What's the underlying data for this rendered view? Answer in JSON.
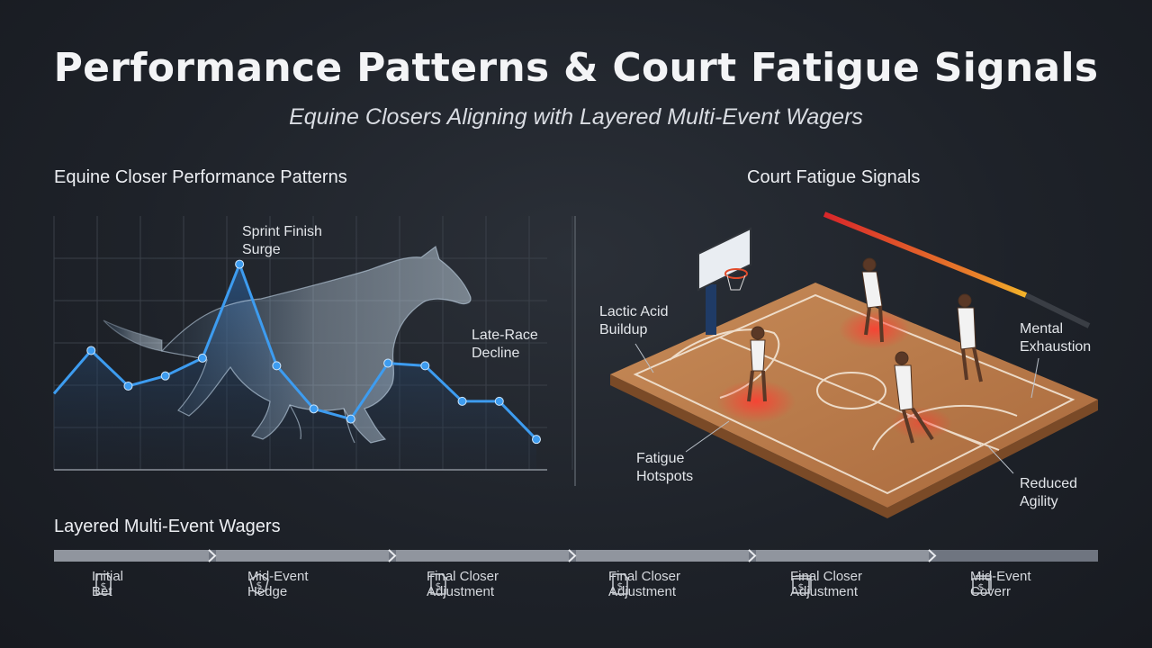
{
  "title": "Performance Patterns & Court Fatigue Signals",
  "subtitle": "Equine Closers Aligning with Layered Multi-Event Wagers",
  "left_panel": {
    "heading": "Equine Closer Performance Patterns",
    "labels": {
      "sprint": "Sprint Finish\nSurge",
      "decline": "Late-Race\nDecline"
    }
  },
  "right_panel": {
    "heading": "Court Fatigue Signals",
    "labels": {
      "lactic": "Lactic Acid\nBuildup",
      "mental": "Mental\nExhaustion",
      "fatigue": "Fatigue\nHotspots",
      "agility": "Reduced\nAgility"
    }
  },
  "bottom": {
    "heading": "Layered Multi-Event Wagers",
    "steps": [
      {
        "label": "Initial\nBet",
        "icon": "receipt-icon"
      },
      {
        "label": "Mid-Event\nHedge",
        "icon": "shield-dollar-icon"
      },
      {
        "label": "Final Closer\nAdjustment",
        "icon": "receipt-icon"
      },
      {
        "label": "Final Closer\nAdjustment",
        "icon": "receipt-icon"
      },
      {
        "label": "Final Closer\nAdjustment",
        "icon": "stacked-receipt-icon"
      },
      {
        "label": "Mid-Event\nCoverr",
        "icon": "stacked-receipt-icon"
      }
    ]
  },
  "chart_data": {
    "type": "line",
    "title": "",
    "xlabel": "",
    "ylabel": "",
    "grid": true,
    "x": [
      0,
      1,
      2,
      3,
      4,
      5,
      6,
      7,
      8,
      9,
      10,
      11,
      12,
      13
    ],
    "series": [
      {
        "values": [
          0.3,
          0.47,
          0.33,
          0.37,
          0.44,
          0.81,
          0.41,
          0.24,
          0.2,
          0.42,
          0.41,
          0.27,
          0.27,
          0.12
        ]
      }
    ],
    "colors": {
      "line": "#3d9cf0",
      "fill": "#28466e"
    }
  },
  "colors": {
    "accent_blue": "#3d9cf0",
    "court_wood": "#b97b4a",
    "fatigue_red": "#e0322e",
    "bar_grey": "#8b9099"
  }
}
